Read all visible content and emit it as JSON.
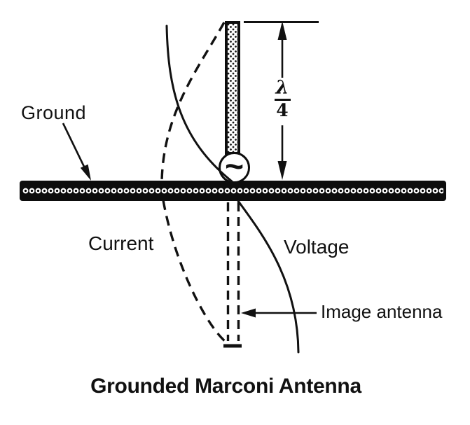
{
  "caption": "Grounded Marconi Antenna",
  "labels": {
    "ground": "Ground",
    "current": "Current",
    "voltage": "Voltage",
    "image_antenna": "Image antenna"
  },
  "dimension": {
    "numerator": "λ",
    "denominator": "4"
  },
  "source_symbol": "~",
  "colors": {
    "ink": "#111111",
    "paper": "#ffffff"
  }
}
